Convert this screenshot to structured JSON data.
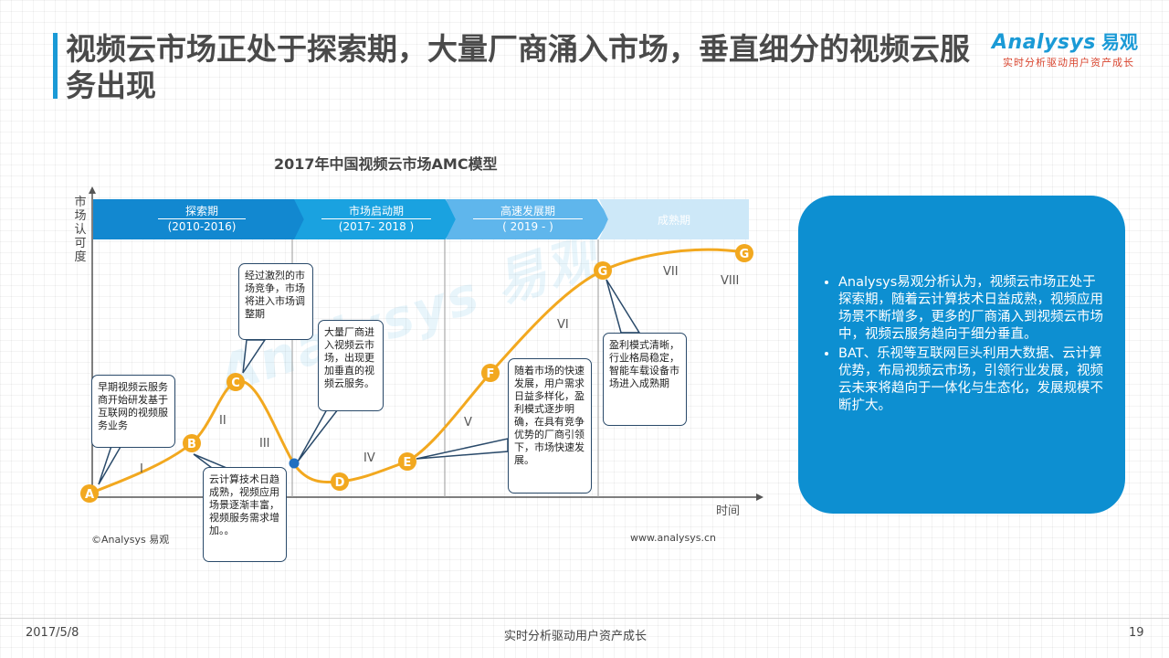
{
  "title": "视频云市场正处于探索期，大量厂商涌入市场，垂直细分的视频云服务出现",
  "logo": {
    "brand": "Analysys",
    "brand_cn": "易观",
    "slogan": "实时分析驱动用户资产成长"
  },
  "diagram": {
    "title": "2017年中国视频云市场AMC模型",
    "y_axis_label": "市场认可度",
    "x_axis_label": "时间",
    "phases": [
      {
        "name": "探索期",
        "years": "(2010-2016)"
      },
      {
        "name": "市场启动期",
        "years": "(2017- 2018 )"
      },
      {
        "name": "高速发展期",
        "years": "( 2019 -   )"
      },
      {
        "name": "成熟期",
        "years": ""
      }
    ],
    "points": [
      "A",
      "B",
      "C",
      "D",
      "E",
      "F",
      "G",
      "G"
    ],
    "stages": [
      "I",
      "II",
      "III",
      "IV",
      "V",
      "VI",
      "VII",
      "VIII"
    ],
    "watermark": "Analysys 易观",
    "callouts": [
      {
        "id": "a",
        "text": "早期视频云服务商开始研发基于互联网的视频服务业务"
      },
      {
        "id": "b",
        "text": "云计算技术日趋成熟，视频应用场景逐渐丰富，视频服务需求增加。。"
      },
      {
        "id": "c",
        "text": "经过激烈的市场竞争，市场将进入市场调整期"
      },
      {
        "id": "now",
        "text": "大量厂商进入视频云市场，出现更加垂直的视频云服务。"
      },
      {
        "id": "e",
        "text": "随着市场的快速发展，用户需求日益多样化，盈利模式逐步明确，在具有竞争优势的厂商引领下，市场快速发展。"
      },
      {
        "id": "g",
        "text": "盈利模式清晰，行业格局稳定，智能车载设备市场进入成熟期"
      }
    ],
    "source": "©Analysys 易观",
    "website": "www.analysys.cn"
  },
  "insights": [
    "Analysys易观分析认为，视频云市场正处于探索期，随着云计算技术日益成熟，视频应用场景不断增多，更多的厂商涌入到视频云市场中，视频云服务趋向于细分垂直。",
    "BAT、乐视等互联网巨头利用大数据、云计算优势，布局视频云市场，引领行业发展，视频云未来将趋向于一体化与生态化，发展规模不断扩大。"
  ],
  "colors": {
    "accent": "#1a9ad6",
    "curve": "#f2a81f",
    "point": "#f2a81f",
    "info_box": "#0d8fd1",
    "current_marker": "#1f6fc0"
  },
  "footer": {
    "date": "2017/5/8",
    "tagline": "实时分析驱动用户资产成长",
    "page": "19"
  }
}
